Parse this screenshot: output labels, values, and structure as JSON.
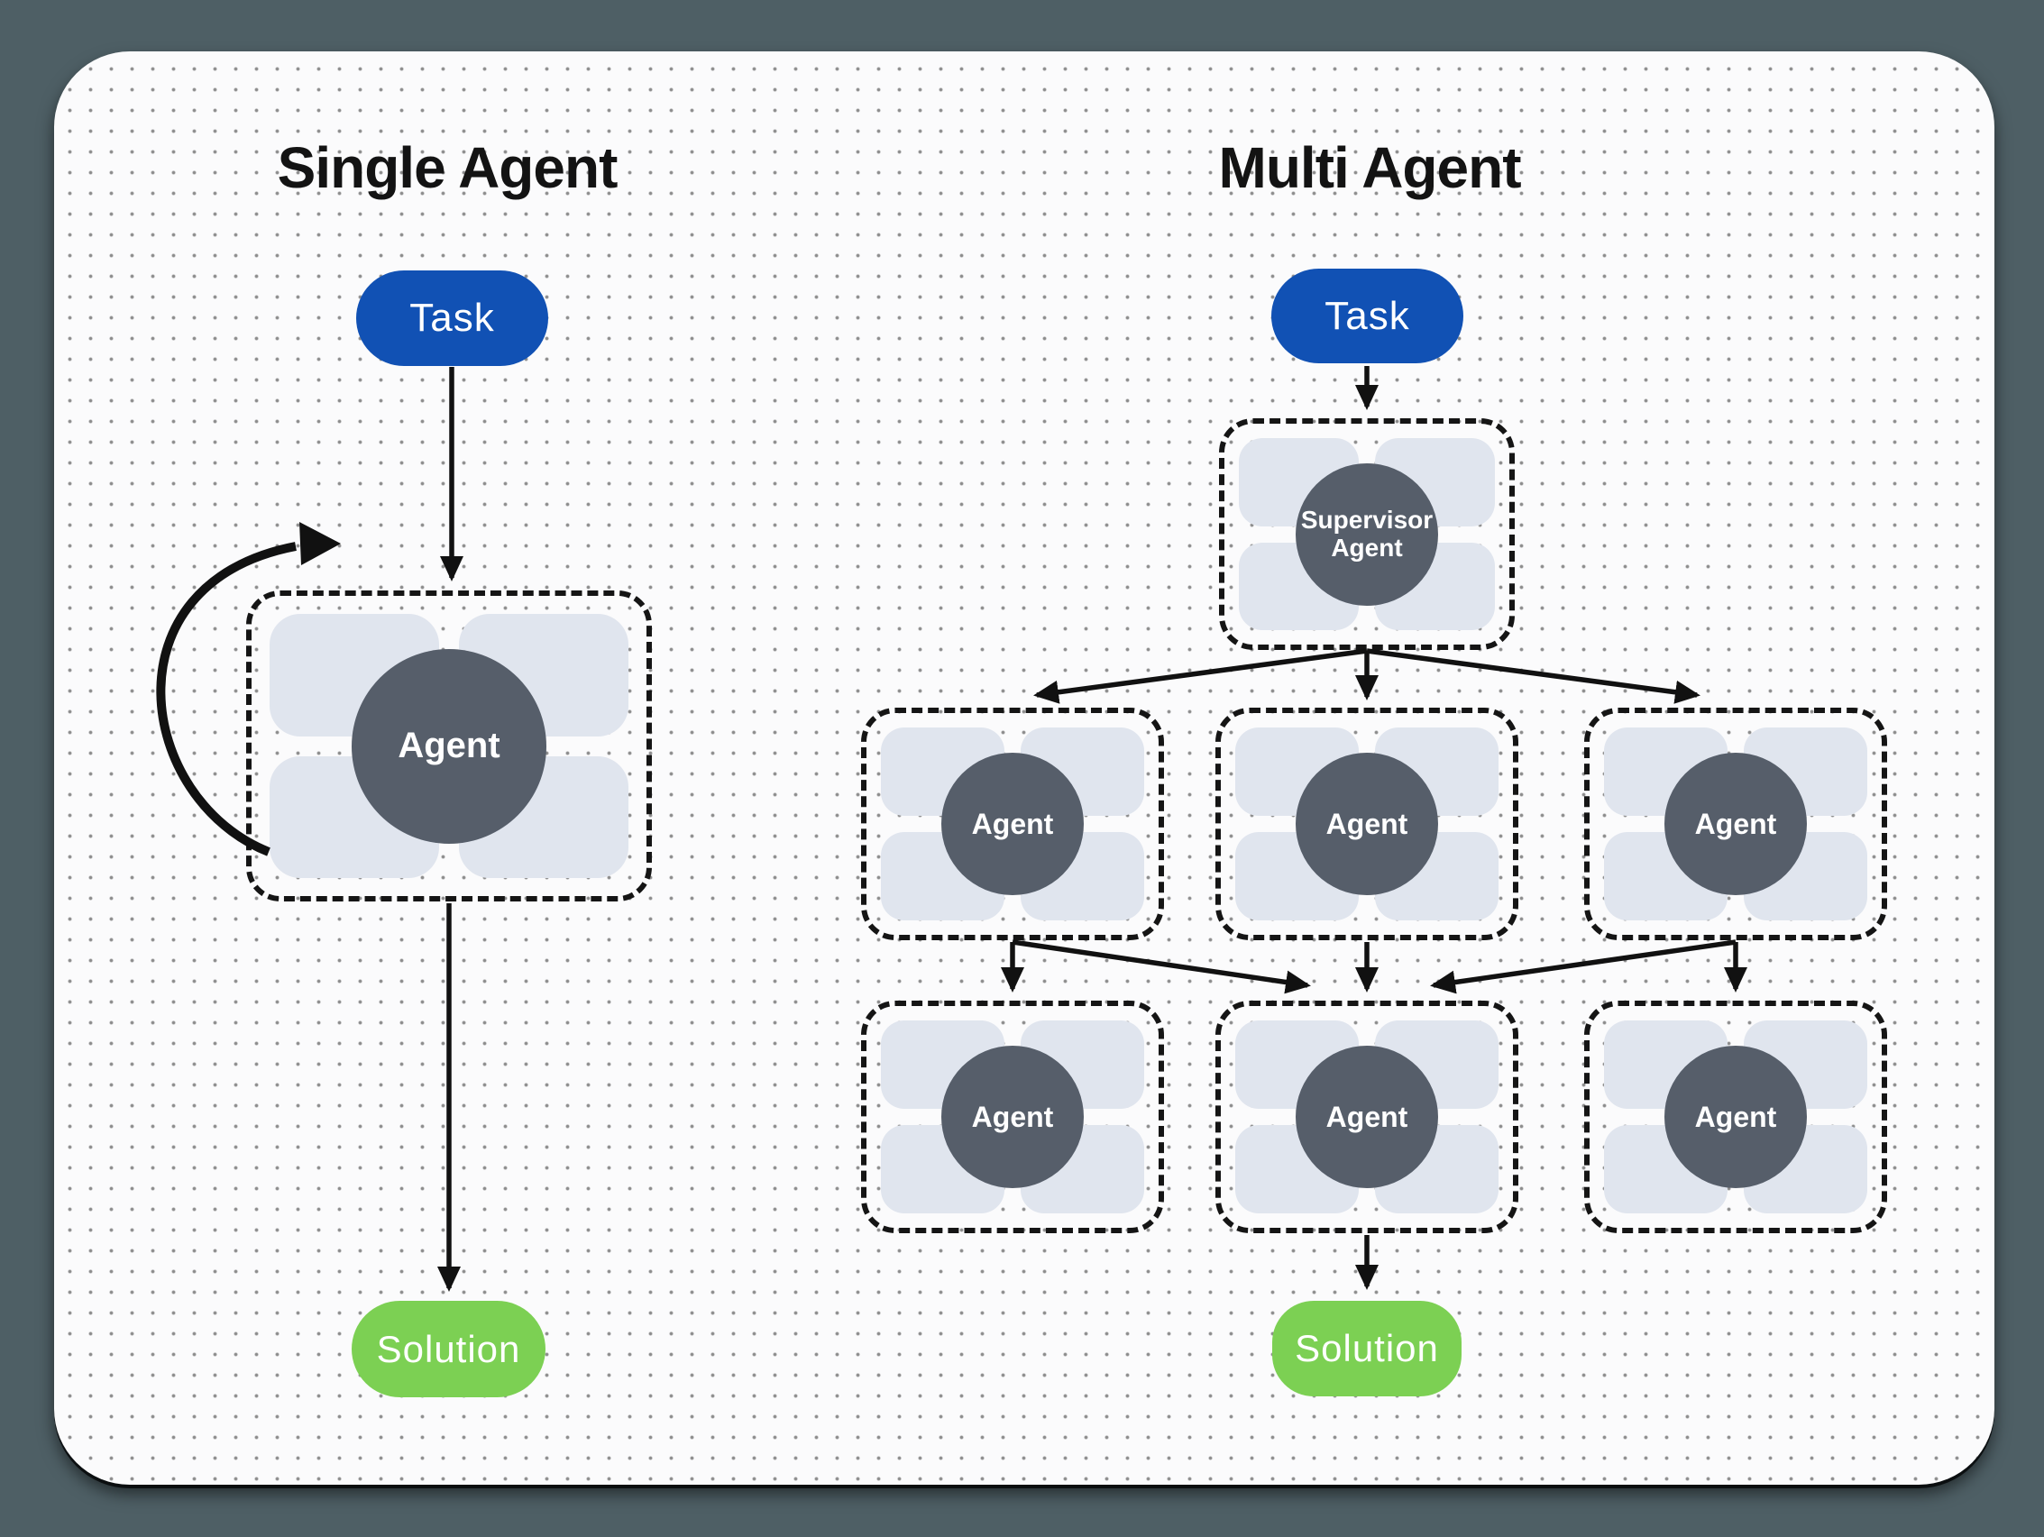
{
  "titles": {
    "left": "Single Agent",
    "right": "Multi Agent"
  },
  "single": {
    "task": "Task",
    "agent": "Agent",
    "solution": "Solution"
  },
  "multi": {
    "task": "Task",
    "supervisor": "Supervisor Agent",
    "agents": [
      "Agent",
      "Agent",
      "Agent",
      "Agent",
      "Agent",
      "Agent"
    ],
    "solution": "Solution"
  },
  "colors": {
    "task_blue": "#1151b4",
    "solution_green": "#7cd053",
    "agent_circle_slate": "#565e6a",
    "tool_block_gray": "#e0e5ee",
    "canvas_background": "#fbfbfc",
    "outer_frame": "#4e5f65",
    "line_black": "#111111"
  }
}
